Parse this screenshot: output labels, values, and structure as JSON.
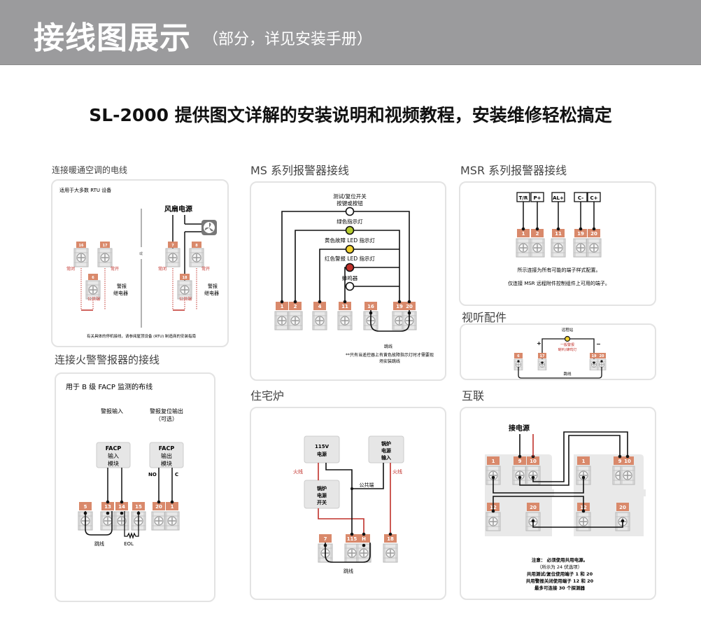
{
  "banner": {
    "title": "接线图展示",
    "subtitle": "（部分，详见安装手册）"
  },
  "headline": "SL-2000 提供图文详解的安装说明和视频教程，安装维修轻松搞定",
  "colors": {
    "banner_bg": "#9b9b9d",
    "terminal_label": "#d9896b",
    "wire_red": "#c0302a",
    "wire_black": "#111111",
    "led_green": "#b5cc2e",
    "led_yellow": "#f2d22e",
    "led_red": "#c0302a"
  },
  "sections": {
    "hvac": {
      "title": "连接暖通空调的电线",
      "note_top": "适用于大多数 RTU 设备",
      "or_label": "或",
      "fan_power": "风扇电源",
      "left_terminals": [
        "16",
        "17",
        "6"
      ],
      "right_terminals": [
        "7",
        "8",
        "18"
      ],
      "nc_label": "常闭",
      "no_label": "常开",
      "common_label": "公共端",
      "relay_label_1": "警报",
      "relay_label_2": "继电器",
      "footer": "有关具体的停机接线，请参阅屋顶设备 (RTU) 制造商的安装指南"
    },
    "fire": {
      "title": "连接火警警报器的接线",
      "subtitle": "用于 B 级 FACP 监测的布线",
      "col1_label": "警报输入",
      "col2_label_1": "警报复位输出",
      "col2_label_2": "（可选）",
      "box1": [
        "FACP",
        "输入",
        "模块"
      ],
      "box2": [
        "FACP",
        "输出",
        "模块"
      ],
      "no_label": "NO",
      "c_label": "C",
      "terminals": [
        "5",
        "13",
        "14",
        "15",
        "20",
        "1"
      ],
      "jumper_label": "跳线",
      "eol_label": "EOL"
    },
    "ms": {
      "title": "MS 系列报警器接线",
      "switch_label_1": "测试/复位开关",
      "switch_label_2": "按键或按钮",
      "green_label": "绿色指示灯",
      "yellow_label": "黄色故障 LED 指示灯",
      "red_label": "红色警报 LED 指示灯",
      "buzzer_label": "蜂鸣器",
      "terminals": [
        "1",
        "2",
        "4",
        "11",
        "16",
        "19",
        "20"
      ],
      "jumper_label": "跳线",
      "note_1": "**只有当遥控器上有黄色故障指示灯时才需要现",
      "note_2": "场安装跳线"
    },
    "furnace": {
      "title": "住宅炉",
      "box_power": [
        "115V",
        "电源"
      ],
      "box_input": [
        "锅炉",
        "电源",
        "输入"
      ],
      "box_switch": [
        "锅炉",
        "电源",
        "开关"
      ],
      "live_label": "火线",
      "common_label": "公共端",
      "terminals": [
        "7",
        "115",
        "H",
        "18"
      ],
      "jumper_label": "跳线"
    },
    "msr": {
      "title": "MSR 系列报警器接线",
      "tags": [
        "T/R",
        "P+",
        "AL+",
        "C-",
        "C+"
      ],
      "terminals": [
        "1",
        "2",
        "11",
        "19",
        "20"
      ],
      "note_1": "所示连接为所有可能的端子样式配置。",
      "note_2": "仅连接 MSR 远程附件控制组件上可用的端子。"
    },
    "av": {
      "title": "视听配件",
      "remote_label": "远程站",
      "device_label_1": "一般警报",
      "device_label_2": "喇叭/蜂鸣灯",
      "plus": "+",
      "minus": "−",
      "terminals": [
        "6",
        "17",
        "19",
        "20"
      ],
      "jumper_label": "跳线"
    },
    "interconnect": {
      "title": "互联",
      "power_label": "接电源",
      "left_terminals": [
        "1",
        "9",
        "10",
        "12",
        "20"
      ],
      "right_terminals": [
        "1",
        "9",
        "10",
        "12",
        "20"
      ],
      "notes": [
        "注意：  必须使用共用电源。",
        "（所示为 24 伏选项）",
        "共用测试/复位使用端子 1 和 20",
        "共用警报关闭使用端子 12 和 20",
        "最多可连接 30 个探测器"
      ]
    }
  }
}
